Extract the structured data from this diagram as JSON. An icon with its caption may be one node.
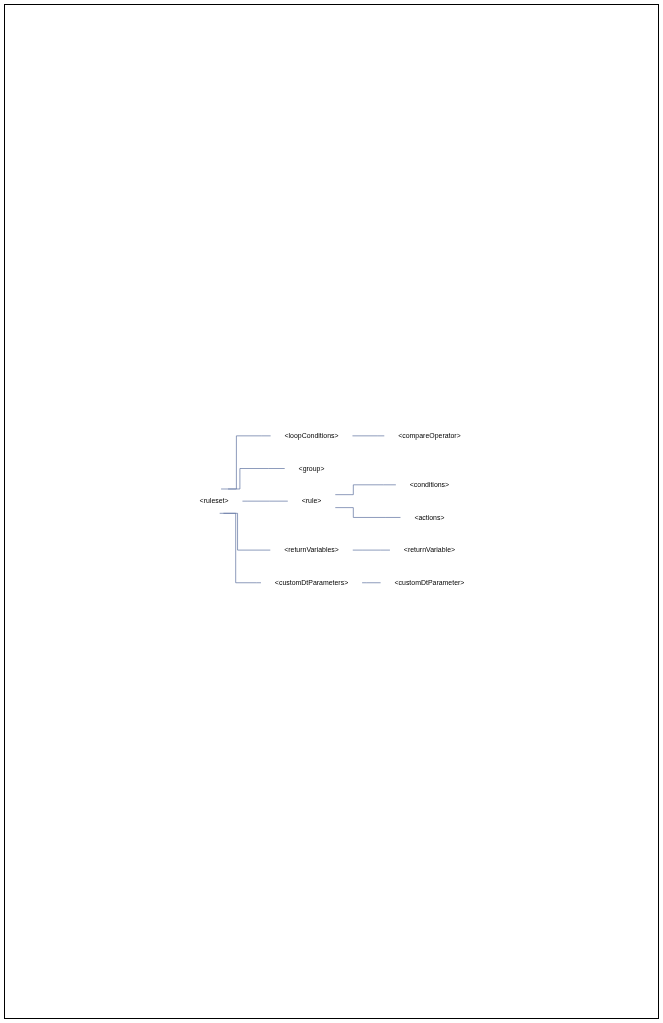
{
  "diagram": {
    "nodes": [
      {
        "text": [
          "<ruleset>"
        ]
      },
      {
        "text": [
          "<loopConditions>"
        ]
      },
      {
        "text": [
          "<compareOperator>"
        ]
      },
      {
        "text": [
          "<group>"
        ]
      },
      {
        "text": [
          "<rule>"
        ]
      },
      {
        "text": [
          "<conditions>"
        ]
      },
      {
        "text": [
          "<actions>"
        ]
      },
      {
        "text": [
          "<returnVariables>"
        ]
      },
      {
        "text": [
          "<returnVariable>"
        ]
      },
      {
        "text": [
          "<customDtParameters>"
        ]
      },
      {
        "text": [
          "<customDtParameter>"
        ]
      }
    ],
    "edges": [
      {
        "from": 0,
        "to": 1,
        "arrow": "none"
      },
      {
        "from": 1,
        "to": 2,
        "arrow": "none"
      },
      {
        "from": 0,
        "to": 3,
        "arrow": "none"
      },
      {
        "from": 0,
        "to": 4,
        "arrow": "none"
      },
      {
        "from": 4,
        "to": 5,
        "arrow": "none"
      },
      {
        "from": 4,
        "to": 6,
        "arrow": "none"
      },
      {
        "from": 0,
        "to": 7,
        "arrow": "none"
      },
      {
        "from": 7,
        "to": 8,
        "arrow": "none"
      },
      {
        "from": 0,
        "to": 9,
        "arrow": "none"
      },
      {
        "from": 9,
        "to": 10,
        "arrow": "none"
      }
    ]
  }
}
